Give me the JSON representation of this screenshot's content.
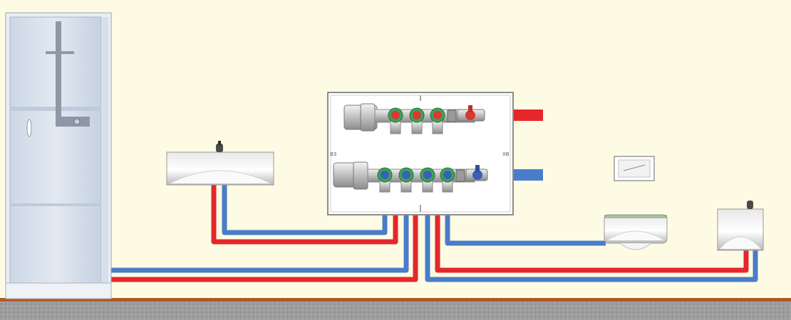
{
  "colors": {
    "wall": "#fdfbe3",
    "hot_pipe": "#e5262b",
    "cold_pipe": "#4a7cc9",
    "floor": "#9a9a9a",
    "floor_edge": "#b0582a",
    "manifold_box": "#ffffff",
    "valve_hot": "#d83a2e",
    "valve_cold": "#3c5fb4",
    "valve_green": "#3ba35a"
  },
  "manifold": {
    "left_mark": "ВЗ",
    "right_mark": "ХВ"
  },
  "icons": [
    "shower-cabin",
    "washbasin",
    "toilet-bowl",
    "flush-plate",
    "kitchen-sink",
    "manifold-cabinet",
    "ball-valve"
  ]
}
